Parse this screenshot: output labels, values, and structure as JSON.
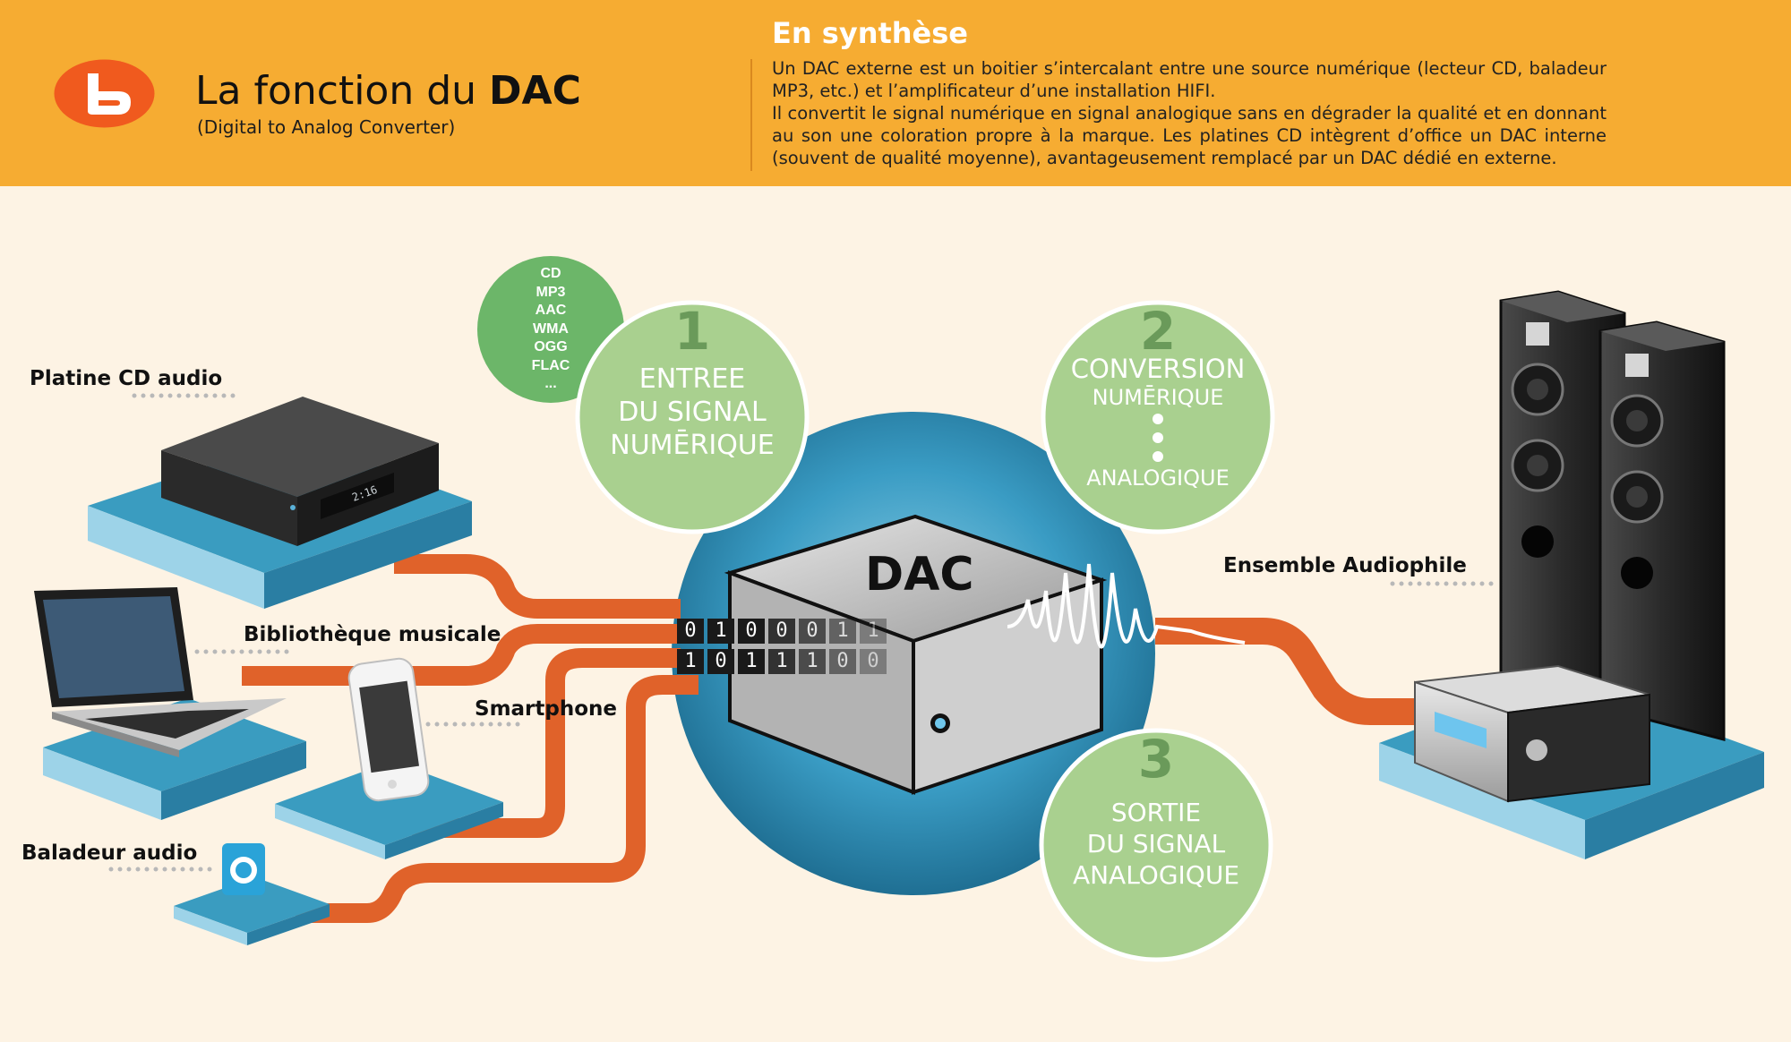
{
  "header": {
    "title_prefix": "La fonction du ",
    "title_bold": "DAC",
    "subtitle": "(Digital to Analog Converter)",
    "summary_title": "En synthèse",
    "summary_p1": "Un DAC externe est un boitier s’intercalant entre une source numérique (lecteur CD, baladeur MP3, etc.) et l’amplificateur d’une installation HIFI.",
    "summary_p2": "Il convertit le signal numérique en signal analogique sans en dégrader la qualité et en donnant au son une coloration propre à la marque. Les platines CD intègrent d’office un DAC interne (souvent de qualité moyenne), avantageusement remplacé par un DAC dédié en externe."
  },
  "sources": {
    "cd_player": "Platine CD audio",
    "library": "Bibliothèque musicale",
    "smartphone": "Smartphone",
    "audio_player": "Baladeur audio"
  },
  "formats": [
    "CD",
    "MP3",
    "AAC",
    "WMA",
    "OGG",
    "FLAC",
    "..."
  ],
  "steps": {
    "step1_num": "1",
    "step1_line1": "ENTREE",
    "step1_line2": "DU SIGNAL",
    "step1_line3": "NUMĒRIQUE",
    "step2_num": "2",
    "step2_line1": "CONVERSION",
    "step2_line2": "NUMĒRIQUE",
    "step2_line3": "ANALOGIQUE",
    "step3_num": "3",
    "step3_line1": "SORTIE",
    "step3_line2": "DU SIGNAL",
    "step3_line3": "ANALOGIQUE"
  },
  "dac_label": "DAC",
  "cd_display": "2:16",
  "bits_row1": [
    "0",
    "1",
    "0",
    "0",
    "0",
    "1",
    "1"
  ],
  "bits_row2": [
    "1",
    "0",
    "1",
    "1",
    "1",
    "0",
    "0"
  ],
  "output": {
    "label": "Ensemble Audiophile"
  },
  "colors": {
    "header": "#f6ac32",
    "background": "#fdf3e4",
    "cable": "#e0622a",
    "step_circle": "#a9d08f",
    "format_circle": "#6cb669",
    "dac_circle": "#2e8fb3",
    "platform": "#3a9cc0",
    "logo": "#f05a1e"
  }
}
